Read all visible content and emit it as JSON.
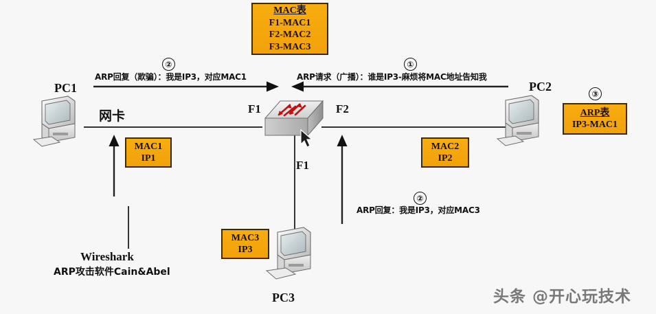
{
  "diagram": {
    "title": "ARP spoofing network topology",
    "background_color": "#f7f7f7",
    "accent_color": "#f4a80c",
    "accent_border_color": "#3d2b04",
    "line_color": "#333333"
  },
  "nodes": {
    "pc1": {
      "label": "PC1"
    },
    "pc2": {
      "label": "PC2"
    },
    "pc3": {
      "label": "PC3"
    },
    "switch": {
      "label": ""
    },
    "nic": {
      "label": "网卡"
    }
  },
  "ports": {
    "switch_left": "F1",
    "switch_right": "F2",
    "switch_bottom": "F1"
  },
  "boxes": {
    "mac_table": {
      "header": "MAC表",
      "rows": [
        "F1-MAC1",
        "F2-MAC2",
        "F3-MAC3"
      ]
    },
    "arp_table": {
      "header": "ARP表",
      "rows": [
        "IP3-MAC1"
      ]
    },
    "pc1_info": {
      "rows": [
        "MAC1",
        "IP1"
      ]
    },
    "pc2_info": {
      "rows": [
        "MAC2",
        "IP2"
      ]
    },
    "pc3_info": {
      "rows": [
        "MAC3",
        "IP3"
      ]
    }
  },
  "steps": {
    "one": "①",
    "two_left": "②",
    "two_bottom": "②",
    "three": "③"
  },
  "messages": {
    "arp_reply_spoof": "ARP回复（欺骗）：我是IP3，对应MAC1",
    "arp_request_broadcast": "ARP请求（广播）：谁是IP3-麻烦将MAC地址告知我",
    "arp_reply_real": "ARP回复：我是IP3，对应MAC3"
  },
  "tools": {
    "line1": "Wireshark",
    "line2": "ARP攻击软件Cain&Abel"
  },
  "watermark": "头条 @开心玩技术"
}
